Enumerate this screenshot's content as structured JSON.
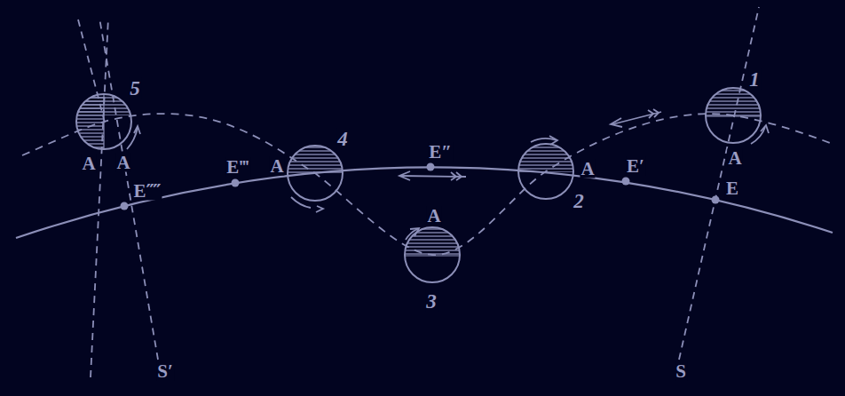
{
  "diagram": {
    "labels": [
      "5",
      "1",
      "A",
      "A",
      "E⁗",
      "E‴",
      "A",
      "4",
      "E″",
      "A",
      "3",
      "2",
      "A",
      "E′",
      "E",
      "A",
      "S",
      "S′"
    ]
  }
}
